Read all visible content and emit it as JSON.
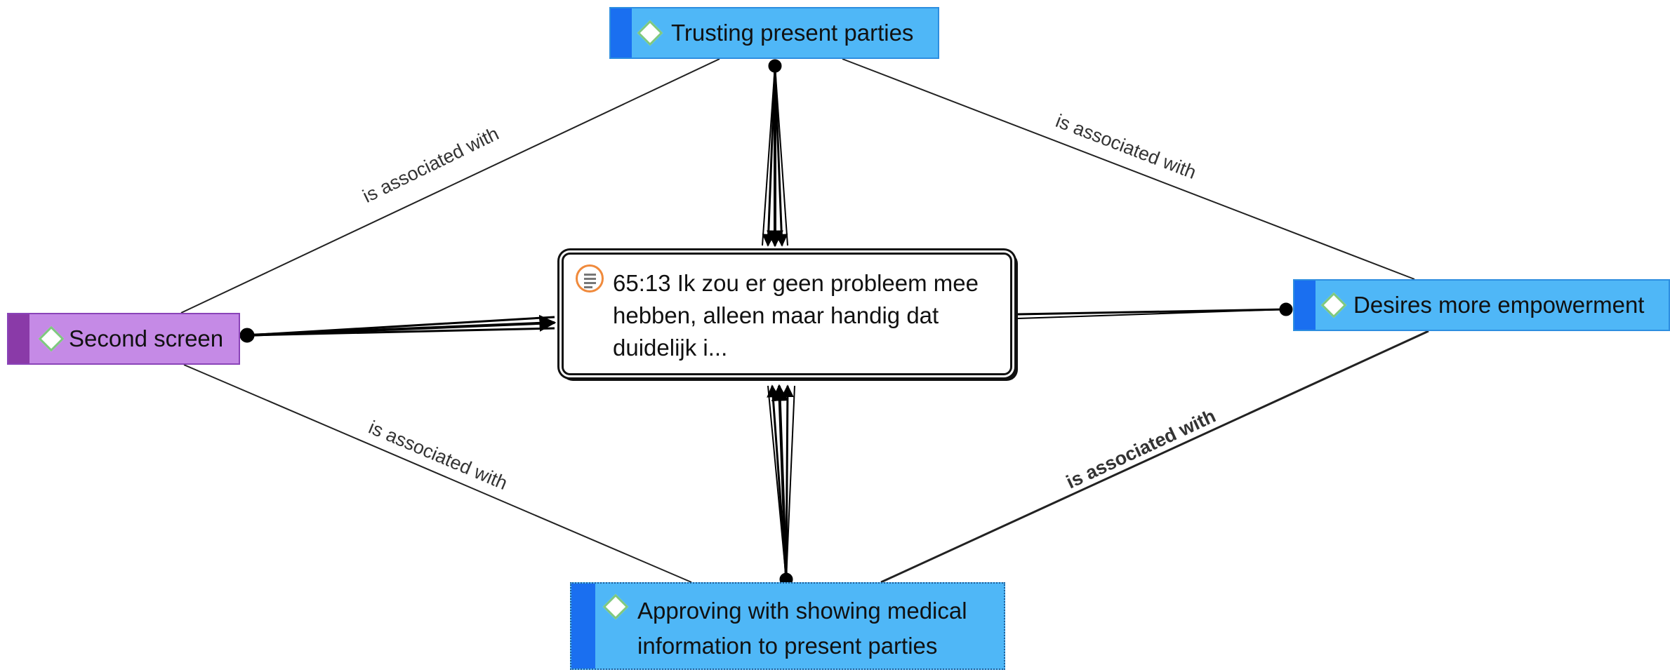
{
  "nodes": {
    "trusting": {
      "label": "Trusting present parties"
    },
    "desires": {
      "label": "Desires more empowerment"
    },
    "second_screen": {
      "label": "Second screen"
    },
    "approving": {
      "label": "Approving with showing medical information to present parties"
    },
    "quote": {
      "label": "65:13 Ik zou er geen probleem mee hebben, alleen maar handig dat duidelijk i..."
    }
  },
  "edges": {
    "trusting_second": {
      "label": "is associated with"
    },
    "trusting_desires": {
      "label": "is associated with"
    },
    "second_approving": {
      "label": "is associated with"
    },
    "desires_approving": {
      "label": "is associated with"
    }
  },
  "icons": {
    "code": "diamond-code-icon",
    "quote": "document-quote-icon"
  },
  "colors": {
    "code_blue": "#4fb7f7",
    "code_purple": "#c58ae6",
    "code_diamond": "#7fc97f",
    "quote_icon": "#f08a3c"
  }
}
